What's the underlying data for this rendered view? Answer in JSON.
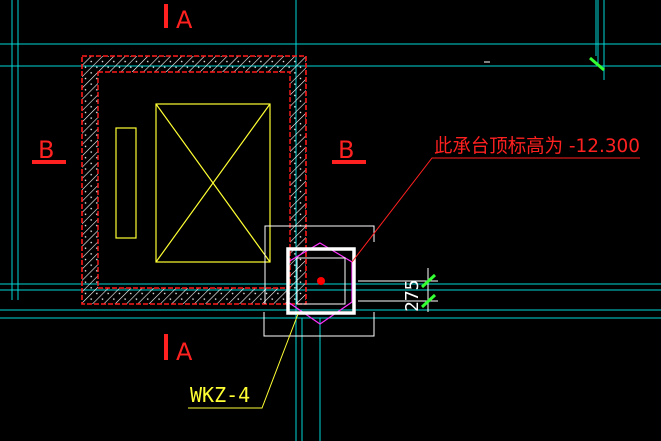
{
  "drawing": {
    "section_label_top": "A",
    "section_label_bottom": "A",
    "section_label_left": "B",
    "section_label_right": "B",
    "elevation_note": "此承台顶标高为 -12.300",
    "column_tag": "WKZ-4",
    "dimension_value": "275"
  },
  "colors": {
    "background": "#000000",
    "grid": "#00d6d6",
    "wall_outline": "#ff1a1a",
    "hatch": "#ffffff",
    "equipment": "#ffff33",
    "leader": "#ff2020",
    "label_text": "#ff2020",
    "tag_text": "#ffff33",
    "column": "#ffffff",
    "hexagon": "#ff33ff",
    "center_dot": "#ff0000",
    "dim_tick": "#33ff33"
  }
}
